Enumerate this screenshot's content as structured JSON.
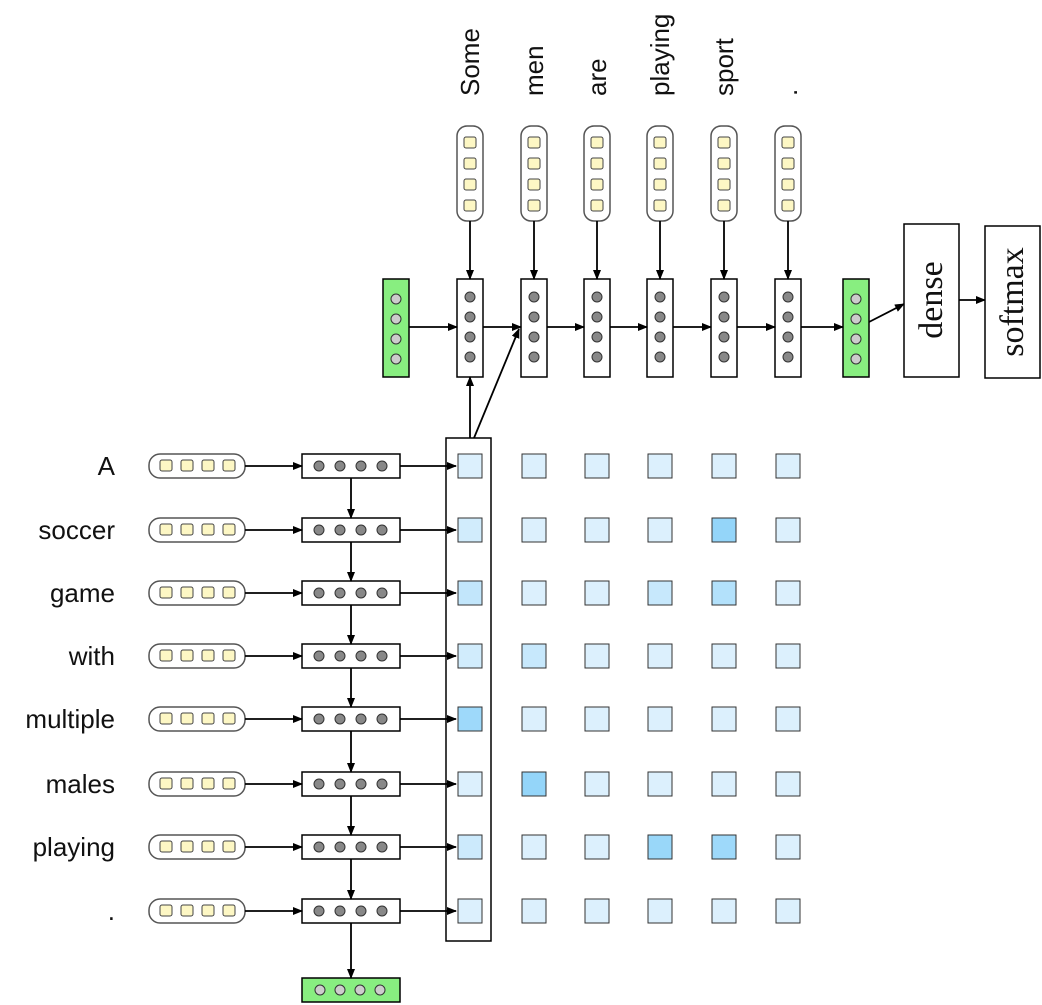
{
  "premise": {
    "words": [
      "A",
      "soccer",
      "game",
      "with",
      "multiple",
      "males",
      "playing",
      "."
    ]
  },
  "hypothesis": {
    "words": [
      "Some",
      "men",
      "are",
      "playing",
      "sport",
      "."
    ]
  },
  "layers": {
    "dense_label": "dense",
    "softmax_label": "softmax"
  },
  "attention": {
    "weights": [
      [
        0.1,
        0.1,
        0.1,
        0.1,
        0.1,
        0.1
      ],
      [
        0.2,
        0.1,
        0.1,
        0.1,
        0.8,
        0.1
      ],
      [
        0.35,
        0.1,
        0.1,
        0.3,
        0.5,
        0.1
      ],
      [
        0.2,
        0.3,
        0.1,
        0.1,
        0.1,
        0.1
      ],
      [
        0.7,
        0.1,
        0.1,
        0.1,
        0.1,
        0.1
      ],
      [
        0.1,
        0.8,
        0.1,
        0.1,
        0.1,
        0.1
      ],
      [
        0.25,
        0.1,
        0.1,
        0.75,
        0.7,
        0.1
      ],
      [
        0.1,
        0.1,
        0.1,
        0.1,
        0.1,
        0.1
      ]
    ]
  },
  "colors": {
    "embedding_fill": "#fdf7c4",
    "lstm_node": "#888888",
    "state_green": "#88ee80",
    "attention_low": "#e6f4fd",
    "attention_high": "#7fcdf8"
  }
}
